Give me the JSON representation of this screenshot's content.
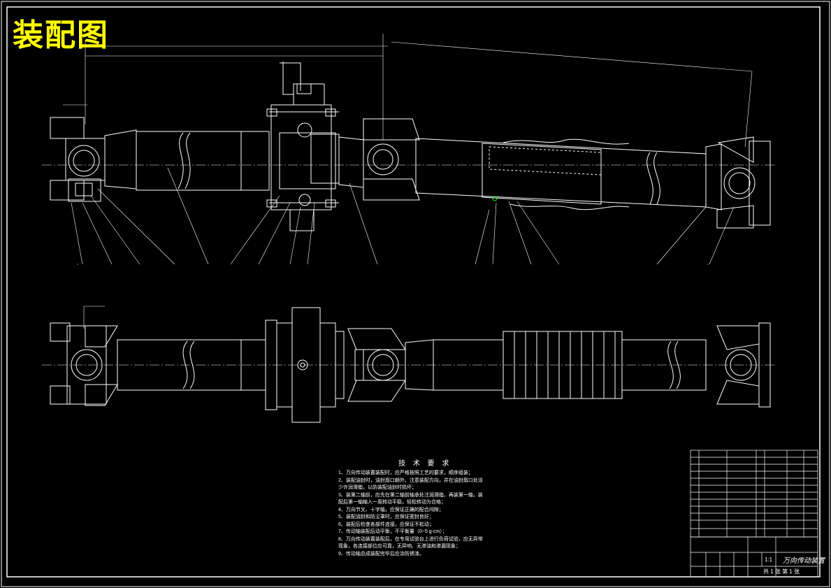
{
  "drawing": {
    "title": "装配图",
    "colors": {
      "background": "#000000",
      "lines": "#ffffff",
      "title": "#ffff00",
      "accent": "#00ff00"
    }
  },
  "technical_requirements": {
    "heading": "技 术 要 求",
    "items": [
      "1、万向传动装置装配时，应严格按照工艺的要求，顺序组装；",
      "2、装配油封时，油封唇口朝外，注意装配方向，并在油封唇口处涂",
      "   少许润滑脂，以防装配油封时损坏；",
      "3、装第二轴前，应先在第二轴前轴承处注润滑脂，再装第一轴，装",
      "   配后第一轴输入一周转动平稳，轻松转动为合格；",
      "4、万向节叉、十字轴，应保证正确的配合间隙；",
      "5、装配油封和防尘罩时，应保证密封良好；",
      "6、装配后检查各部件连接，应保证不松动；",
      "7、传动轴装配后动平衡，不平衡量（0~5 g·cm）；",
      "8、万向传动装置装配后，在专用试验台上进行负荷试验，应无异常",
      "   现象，各连接部位应可靠，无异响、无渗油和渗漏现象；",
      "9、传动轴总成装配完毕后应涂防锈漆。"
    ]
  },
  "title_block": {
    "drawing_name": "万向传动装置",
    "scale": "1:1",
    "sheet_info": "共 1 张  第 1 张"
  }
}
